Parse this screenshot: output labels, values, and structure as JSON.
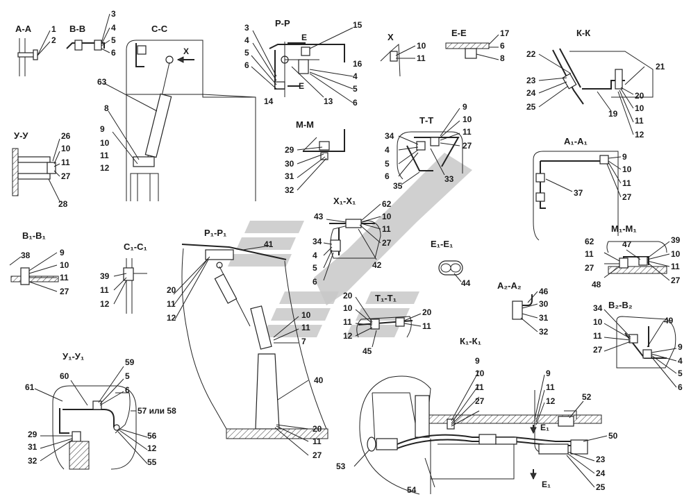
{
  "views": [
    {
      "name": "view-a-a",
      "title": "А-А",
      "labels": [
        "1",
        "2"
      ]
    },
    {
      "name": "view-b-b",
      "title": "В-В",
      "labels": [
        "3",
        "4",
        "5",
        "6"
      ]
    },
    {
      "name": "view-c-c",
      "title": "С-С",
      "labels": [
        "63",
        "8",
        "9",
        "10",
        "11",
        "12",
        "X"
      ]
    },
    {
      "name": "view-p-p",
      "title": "Р-Р",
      "labels": [
        "3",
        "4",
        "5",
        "6",
        "14",
        "E",
        "E",
        "15",
        "16",
        "4",
        "5",
        "6",
        "13"
      ]
    },
    {
      "name": "view-x",
      "title": "X",
      "labels": [
        "10",
        "11"
      ]
    },
    {
      "name": "view-e-e",
      "title": "Е-Е",
      "labels": [
        "17",
        "6",
        "8"
      ]
    },
    {
      "name": "view-k-k",
      "title": "К-К",
      "labels": [
        "21",
        "22",
        "23",
        "24",
        "25",
        "19",
        "20",
        "10",
        "11",
        "12"
      ]
    },
    {
      "name": "view-u-u",
      "title": "У-У",
      "labels": [
        "26",
        "10",
        "11",
        "27",
        "28"
      ]
    },
    {
      "name": "view-m-m",
      "title": "М-М",
      "labels": [
        "29",
        "30",
        "31",
        "32"
      ]
    },
    {
      "name": "view-t-t",
      "title": "Т-Т",
      "labels": [
        "9",
        "10",
        "11",
        "27",
        "34",
        "4",
        "5",
        "6",
        "35",
        "33"
      ]
    },
    {
      "name": "view-a1-a1",
      "title": "А₁-А₁",
      "labels": [
        "9",
        "10",
        "11",
        "27",
        "37"
      ]
    },
    {
      "name": "view-b1-b1",
      "title": "В₁-В₁",
      "labels": [
        "38",
        "9",
        "10",
        "11",
        "27"
      ]
    },
    {
      "name": "view-c1-c1",
      "title": "С₁-С₁",
      "labels": [
        "39",
        "11",
        "12"
      ]
    },
    {
      "name": "view-p1-p1",
      "title": "Р₁-Р₁",
      "labels": [
        "41",
        "20",
        "11",
        "12",
        "10",
        "11",
        "7",
        "40",
        "20",
        "11",
        "27"
      ]
    },
    {
      "name": "view-x1-x1",
      "title": "Х₁-Х₁",
      "labels": [
        "43",
        "62",
        "10",
        "11",
        "27",
        "34",
        "4",
        "5",
        "6",
        "42"
      ]
    },
    {
      "name": "view-e1-e1",
      "title": "Е₁-Е₁",
      "labels": [
        "44"
      ]
    },
    {
      "name": "view-m1-m1",
      "title": "М₁-М₁",
      "labels": [
        "62",
        "47",
        "39",
        "10",
        "11",
        "27",
        "11",
        "27",
        "48"
      ]
    },
    {
      "name": "view-t1-t1",
      "title": "Т₁-Т₁",
      "labels": [
        "20",
        "10",
        "11",
        "12",
        "20",
        "11",
        "45"
      ]
    },
    {
      "name": "view-a2-a2",
      "title": "А₂-А₂",
      "labels": [
        "46",
        "30",
        "31",
        "32"
      ]
    },
    {
      "name": "view-b2-b2",
      "title": "В₂-В₂",
      "labels": [
        "34",
        "10",
        "11",
        "27",
        "49",
        "9",
        "4",
        "5",
        "6"
      ]
    },
    {
      "name": "view-y1-y1",
      "title": "У₁-У₁",
      "labels": [
        "59",
        "5",
        "6",
        "60",
        "61",
        "57 или 58",
        "29",
        "31",
        "32",
        "56",
        "12",
        "55"
      ]
    },
    {
      "name": "view-k1-k1",
      "title": "К₁-К₁",
      "labels": [
        "9",
        "10",
        "11",
        "27",
        "9",
        "11",
        "12",
        "52",
        "E₁",
        "50",
        "23",
        "24",
        "25",
        "53",
        "54",
        "E₁"
      ]
    }
  ]
}
